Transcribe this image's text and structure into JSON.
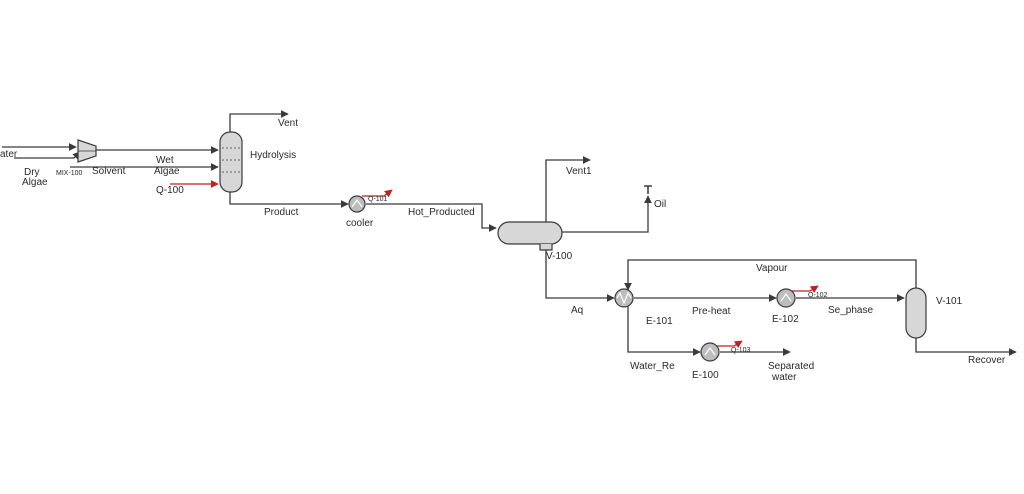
{
  "labels": {
    "water": "ater",
    "dry_algae_l1": "Dry",
    "dry_algae_l2": "Algae",
    "mix": "MIX-100",
    "solvent": "Solvent",
    "wet_algae_l1": "Wet",
    "wet_algae_l2": "Algae",
    "q100": "Q-100",
    "vent": "Vent",
    "hydrolysis": "Hydrolysis",
    "product": "Product",
    "cooler": "cooler",
    "q101": "Q-101",
    "hot_producted": "Hot_Producted",
    "vent1": "Vent1",
    "oil": "Oil",
    "v100": "V-100",
    "aq": "Aq",
    "e101": "E-101",
    "preheat": "Pre-heat",
    "e102": "E-102",
    "q102": "Q-102",
    "se_phase": "Se_phase",
    "vapour": "Vapour",
    "v101": "V-101",
    "recover": "Recover",
    "water_re": "Water_Re",
    "e100": "E-100",
    "q103": "Q-103",
    "separated_l1": "Separated",
    "separated_l2": "water"
  },
  "colors": {
    "stream": "#3a3a3a",
    "energy_stream": "#c02020",
    "vessel_fill": "#d7d7d7"
  },
  "icons": {
    "mixer": "mixer-icon",
    "column": "column-icon",
    "cooler": "cooler-icon",
    "separator": "separator-icon",
    "heat_exchanger": "heat-exchanger-icon",
    "heater": "heater-icon",
    "vessel": "vertical-vessel-icon"
  }
}
